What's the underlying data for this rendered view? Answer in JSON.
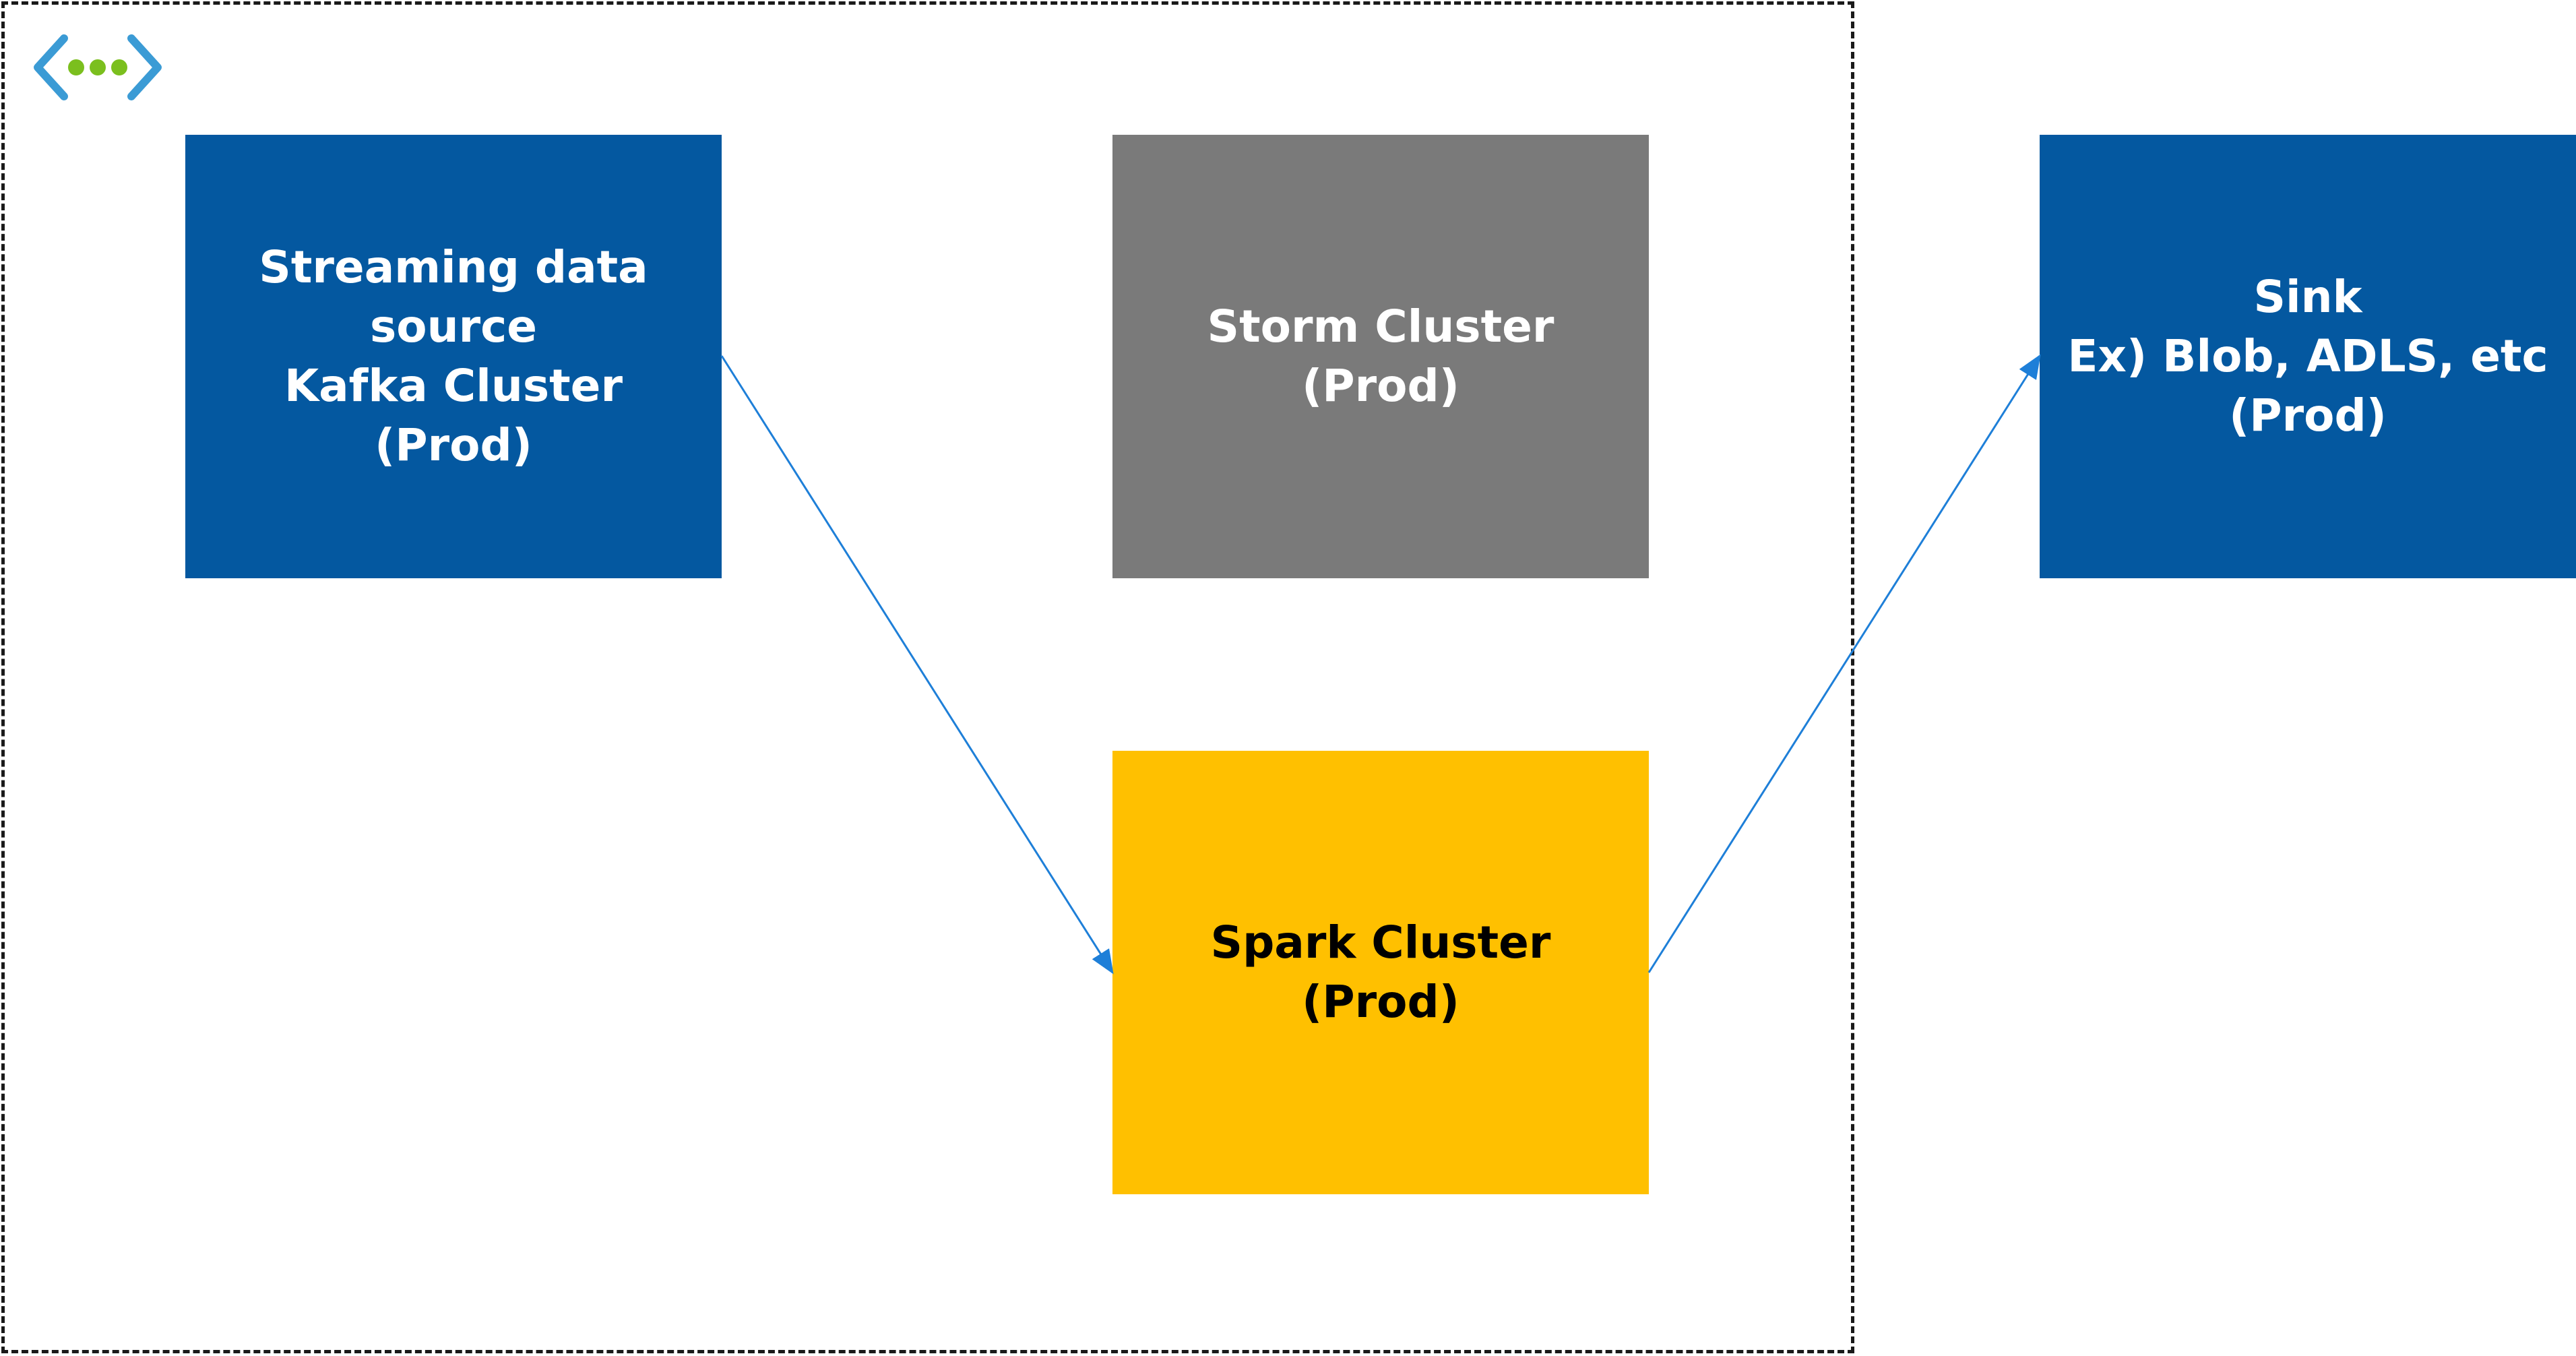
{
  "diagram": {
    "colors": {
      "kafka": "#0458a0",
      "storm": "#7a7a7a",
      "spark": "#ffc000",
      "sink": "#0458a0",
      "arrow": "#1e7fd8",
      "vnet_icon_brackets": "#3b9bd5",
      "vnet_icon_dots": "#7bbf1e"
    },
    "icons": {
      "vnet": "virtual-network-icon"
    },
    "nodes": {
      "kafka": {
        "lines": [
          "Streaming data",
          "source",
          "Kafka Cluster",
          "(Prod)"
        ]
      },
      "storm": {
        "lines": [
          "Storm Cluster",
          "(Prod)"
        ]
      },
      "spark": {
        "lines": [
          "Spark Cluster",
          "(Prod)"
        ]
      },
      "sink": {
        "lines": [
          "Sink",
          "Ex) Blob, ADLS, etc",
          "(Prod)"
        ]
      }
    },
    "edges": [
      {
        "from": "kafka",
        "to": "spark"
      },
      {
        "from": "spark",
        "to": "sink"
      }
    ]
  }
}
